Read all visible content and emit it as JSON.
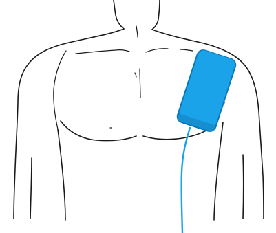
{
  "figure": {
    "subject": "male-torso-front-view",
    "device": "electrode-pad",
    "placement": "upper-right-chest",
    "colors": {
      "outline": "#1a1a1a",
      "pad_fill": "#1aa3e8",
      "pad_edge": "#0b78b8",
      "cable": "#1aa3e8",
      "background": "#ffffff"
    }
  }
}
